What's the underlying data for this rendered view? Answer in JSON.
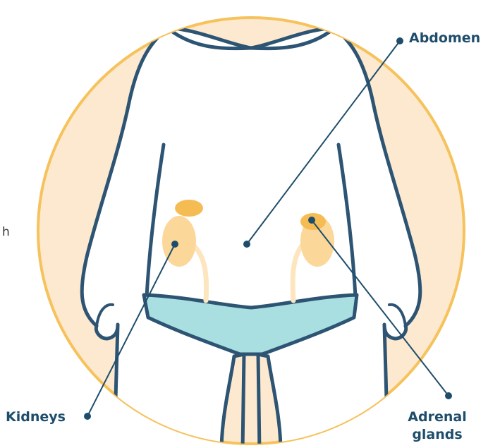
{
  "labels": {
    "abdomen": "Abdomen",
    "kidneys": "Kidneys",
    "adrenal_line1": "Adrenal",
    "adrenal_line2": "glands",
    "stray_letter": "h"
  },
  "colors": {
    "circle_fill": "#fde9cf",
    "circle_stroke": "#f6c25c",
    "outline": "#2d5473",
    "kidney": "#fbd79a",
    "adrenal": "#f6bc54",
    "ureter": "#fde6bf",
    "underwear": "#a9dfe0",
    "label": "#1e4d6b"
  }
}
